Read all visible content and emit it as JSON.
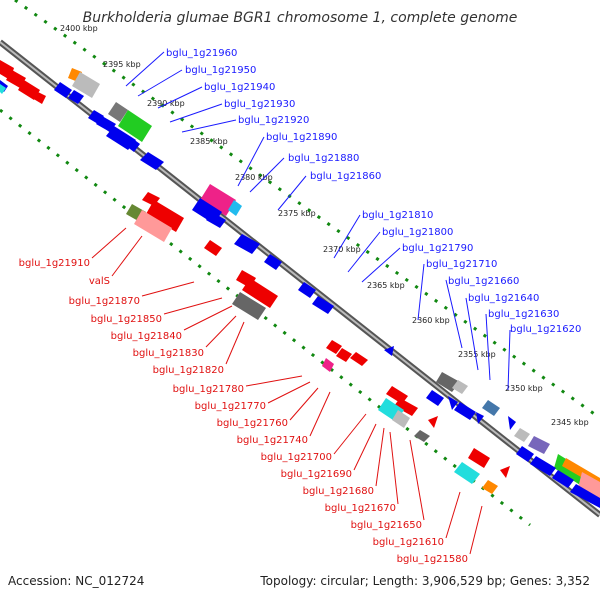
{
  "title": "Burkholderia glumae BGR1 chromosome 1, complete genome",
  "footer": {
    "accession": "Accession: NC_012724",
    "topology": "Topology: circular; Length: 3,906,529 bp; Genes: 3,352"
  },
  "colors": {
    "forward": "#0000ee",
    "reverse": "#ee0000",
    "backbone": "#777777",
    "dots": "#118811"
  },
  "ticks": [
    "2400 kbp",
    "2395 kbp",
    "2390 kbp",
    "2385 kbp",
    "2380 kbp",
    "2375 kbp",
    "2370 kbp",
    "2365 kbp",
    "2360 kbp",
    "2355 kbp",
    "2350 kbp",
    "2345 kbp"
  ],
  "forward_labels": [
    "bglu_1g21960",
    "bglu_1g21950",
    "bglu_1g21940",
    "bglu_1g21930",
    "bglu_1g21920",
    "bglu_1g21890",
    "bglu_1g21880",
    "bglu_1g21860",
    "bglu_1g21810",
    "bglu_1g21800",
    "bglu_1g21790",
    "bglu_1g21710",
    "bglu_1g21660",
    "bglu_1g21640",
    "bglu_1g21630",
    "bglu_1g21620"
  ],
  "reverse_labels": [
    "bglu_1g21910",
    "valS",
    "bglu_1g21870",
    "bglu_1g21850",
    "bglu_1g21840",
    "bglu_1g21830",
    "bglu_1g21820",
    "bglu_1g21780",
    "bglu_1g21770",
    "bglu_1g21760",
    "bglu_1g21740",
    "bglu_1g21700",
    "bglu_1g21690",
    "bglu_1g21680",
    "bglu_1g21670",
    "bglu_1g21650",
    "bglu_1g21610",
    "bglu_1g21580"
  ]
}
